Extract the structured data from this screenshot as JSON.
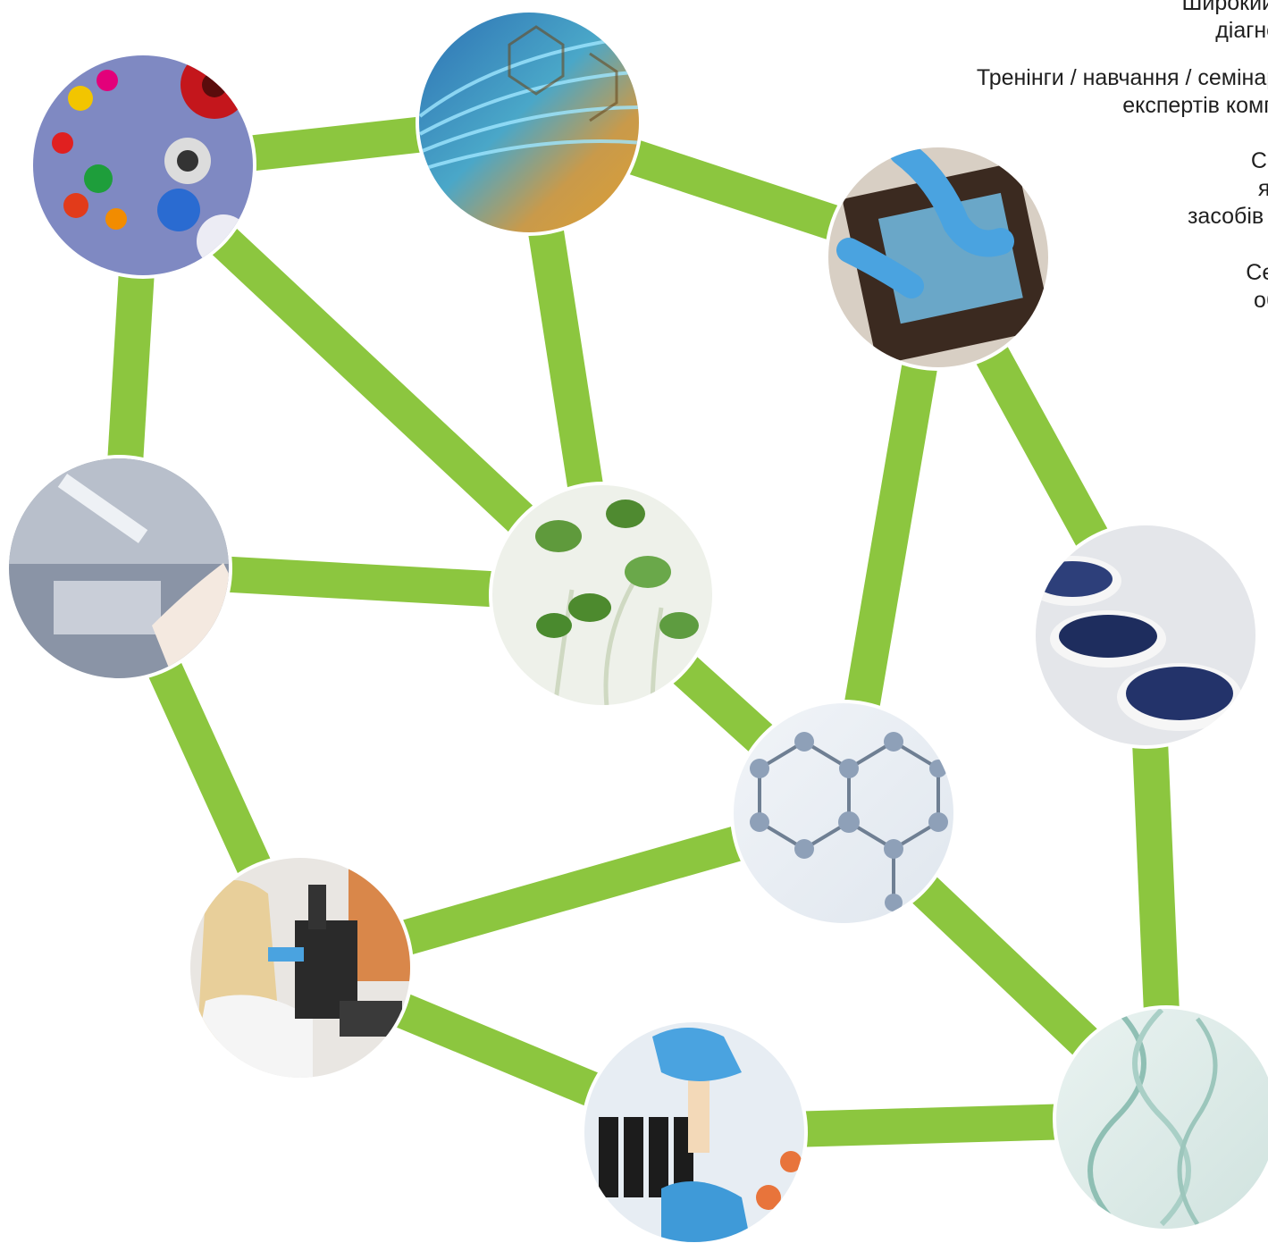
{
  "colors": {
    "link": "#8cc63f",
    "node_border": "#ffffff",
    "text": "#1f1f1f"
  },
  "services": [
    {
      "lines": [
        "Широкий сп",
        "діагности"
      ]
    },
    {
      "lines": [
        "Тренінги / навчання / семінари /",
        "експертів компані"
      ]
    },
    {
      "lines": [
        "Серв",
        "якос",
        "засобів зах"
      ]
    },
    {
      "lines": [
        "Серві",
        "обро"
      ]
    }
  ],
  "nodes": [
    {
      "id": "plastic-parts",
      "icon": "plastic-parts-photo"
    },
    {
      "id": "fiber-optics",
      "icon": "fiber-optics-photo"
    },
    {
      "id": "gloved-tablet",
      "icon": "gloved-hands-tablet-photo"
    },
    {
      "id": "pipette",
      "icon": "pipette-photo"
    },
    {
      "id": "seedlings",
      "icon": "seedlings-photo"
    },
    {
      "id": "granules",
      "icon": "granules-photo"
    },
    {
      "id": "molecule",
      "icon": "molecule-photo"
    },
    {
      "id": "microscope",
      "icon": "microscope-scientist-photo"
    },
    {
      "id": "test-tubes",
      "icon": "test-tubes-photo"
    },
    {
      "id": "dna",
      "icon": "dna-helix-photo"
    }
  ],
  "links": [
    [
      "plastic-parts",
      "fiber-optics"
    ],
    [
      "fiber-optics",
      "gloved-tablet"
    ],
    [
      "plastic-parts",
      "pipette"
    ],
    [
      "plastic-parts",
      "seedlings"
    ],
    [
      "fiber-optics",
      "seedlings"
    ],
    [
      "pipette",
      "seedlings"
    ],
    [
      "gloved-tablet",
      "granules"
    ],
    [
      "gloved-tablet",
      "molecule"
    ],
    [
      "seedlings",
      "molecule"
    ],
    [
      "pipette",
      "microscope"
    ],
    [
      "microscope",
      "molecule"
    ],
    [
      "microscope",
      "test-tubes"
    ],
    [
      "test-tubes",
      "dna"
    ],
    [
      "molecule",
      "dna"
    ],
    [
      "granules",
      "dna"
    ]
  ]
}
